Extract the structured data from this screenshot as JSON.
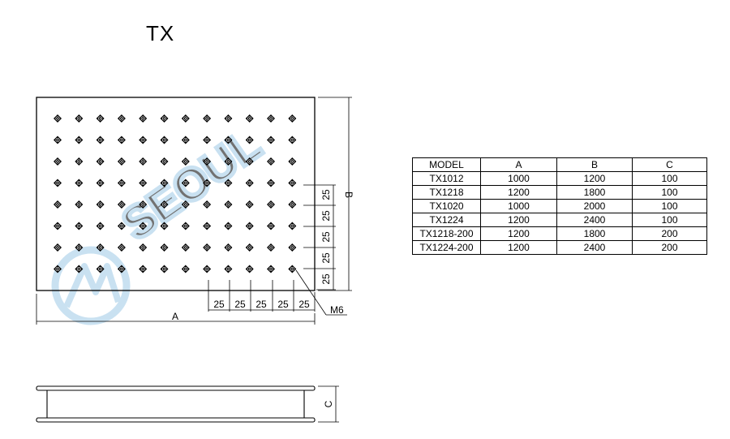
{
  "title": "TX",
  "drawing": {
    "dim_A": "A",
    "dim_B": "B",
    "dim_C": "C",
    "pitch": "25",
    "thread": "M6",
    "hole_grid": {
      "columns": 12,
      "rows": 8
    }
  },
  "table": {
    "headers": [
      "MODEL",
      "A",
      "B",
      "C"
    ],
    "rows": [
      [
        "TX1012",
        "1000",
        "1200",
        "100"
      ],
      [
        "TX1218",
        "1200",
        "1800",
        "100"
      ],
      [
        "TX1020",
        "1000",
        "2000",
        "100"
      ],
      [
        "TX1224",
        "1200",
        "2400",
        "100"
      ],
      [
        "TX1218-200",
        "1200",
        "1800",
        "200"
      ],
      [
        "TX1224-200",
        "1200",
        "2400",
        "200"
      ]
    ]
  },
  "watermark_text": "SEOUL"
}
